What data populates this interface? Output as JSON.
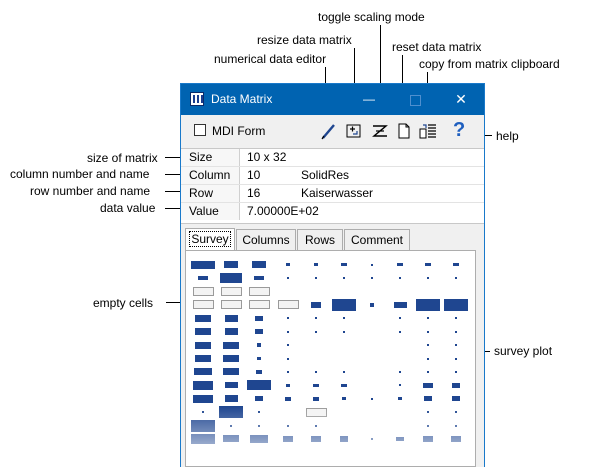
{
  "callouts": {
    "toggle_scaling": "toggle scaling mode",
    "resize_matrix": "resize data matrix",
    "reset_matrix": "reset data matrix",
    "numerical_editor": "numerical data editor",
    "copy_clipboard": "copy from matrix clipboard",
    "help": "help",
    "size_of_matrix": "size of matrix",
    "column_number_name": "column number and name",
    "row_number_name": "row number and name",
    "data_value": "data value",
    "empty_cells": "empty cells",
    "survey_plot": "survey plot"
  },
  "window": {
    "title": "Data Matrix",
    "minimize_glyph": "—",
    "close_glyph": "✕"
  },
  "toolbar": {
    "mdi_label": "MDI Form",
    "mdi_checked": false,
    "help_glyph": "?"
  },
  "info": {
    "size_label": "Size",
    "size_value": "10 x 32",
    "column_label": "Column",
    "column_number": "10",
    "column_name": "SolidRes",
    "row_label": "Row",
    "row_number": "16",
    "row_name": "Kaiserwasser",
    "value_label": "Value",
    "value_value": "7.00000E+02"
  },
  "tabs": [
    {
      "label": "Survey",
      "active": true
    },
    {
      "label": "Columns",
      "active": false
    },
    {
      "label": "Rows",
      "active": false
    },
    {
      "label": "Comment",
      "active": false
    }
  ],
  "colors": {
    "titlebar": "#0063b1",
    "cell": "#1f4690",
    "accent": "#1979ca"
  }
}
